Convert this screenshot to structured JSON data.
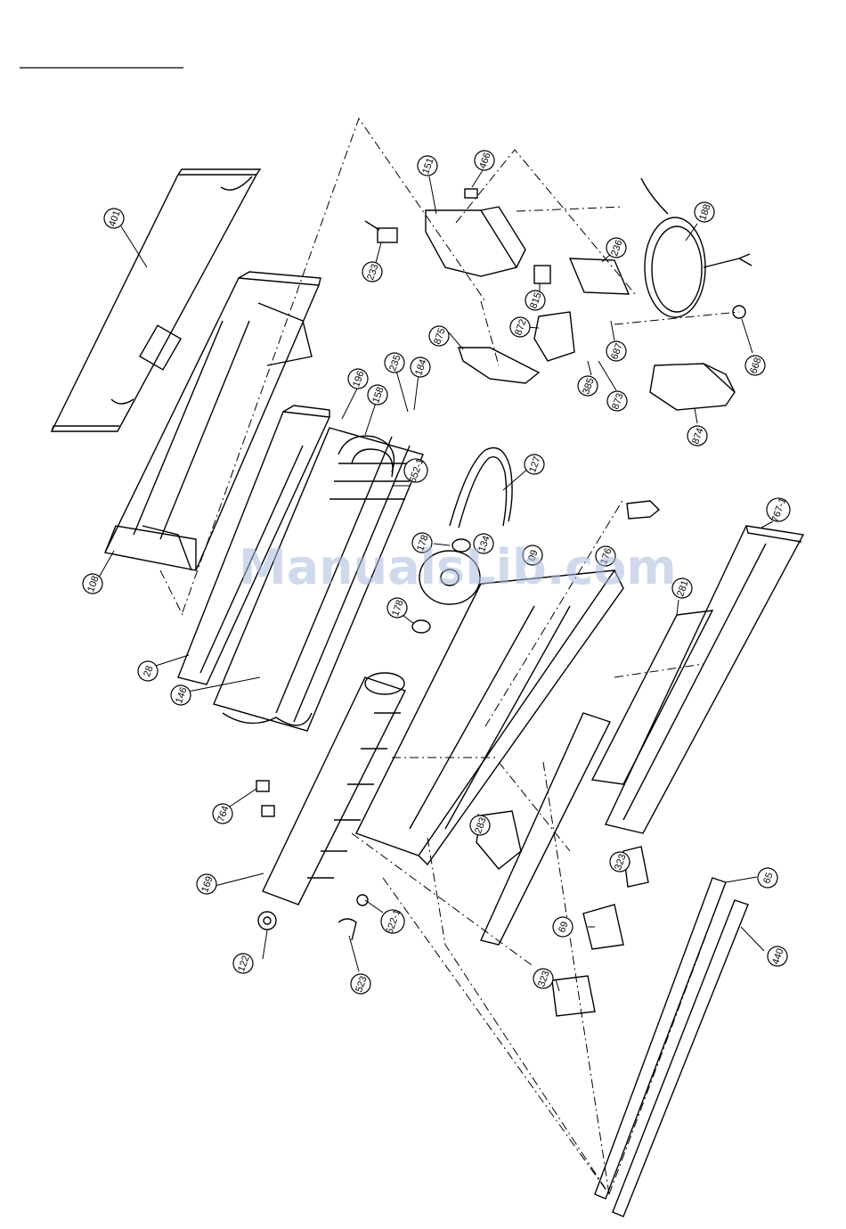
{
  "watermark": "ManualsLib.com",
  "parts": [
    {
      "id": "p401",
      "label": "401"
    },
    {
      "id": "p108",
      "label": "108"
    },
    {
      "id": "p28",
      "label": "28"
    },
    {
      "id": "p146",
      "label": "146"
    },
    {
      "id": "p196",
      "label": "196"
    },
    {
      "id": "p158",
      "label": "158"
    },
    {
      "id": "p235",
      "label": "235"
    },
    {
      "id": "p184",
      "label": "184"
    },
    {
      "id": "p652",
      "label": "652-1"
    },
    {
      "id": "p151",
      "label": "151"
    },
    {
      "id": "p466",
      "label": "466"
    },
    {
      "id": "p233",
      "label": "233"
    },
    {
      "id": "p188",
      "label": "188"
    },
    {
      "id": "p236",
      "label": "236"
    },
    {
      "id": "p815",
      "label": "815"
    },
    {
      "id": "p872",
      "label": "872"
    },
    {
      "id": "p875",
      "label": "875"
    },
    {
      "id": "p687",
      "label": "687"
    },
    {
      "id": "p668",
      "label": "668"
    },
    {
      "id": "p385",
      "label": "385"
    },
    {
      "id": "p873",
      "label": "873"
    },
    {
      "id": "p874",
      "label": "874"
    },
    {
      "id": "p127",
      "label": "127"
    },
    {
      "id": "p178a",
      "label": "178"
    },
    {
      "id": "p134",
      "label": "134"
    },
    {
      "id": "p09",
      "label": "09"
    },
    {
      "id": "p176",
      "label": "176"
    },
    {
      "id": "p178b",
      "label": "178"
    },
    {
      "id": "p767",
      "label": "767-1"
    },
    {
      "id": "p281",
      "label": "281"
    },
    {
      "id": "p764",
      "label": "764"
    },
    {
      "id": "p283",
      "label": "283"
    },
    {
      "id": "p169",
      "label": "169"
    },
    {
      "id": "p323a",
      "label": "323"
    },
    {
      "id": "p65",
      "label": "65"
    },
    {
      "id": "p522",
      "label": "522-1"
    },
    {
      "id": "p122",
      "label": "122"
    },
    {
      "id": "p69",
      "label": "69"
    },
    {
      "id": "p440",
      "label": "440"
    },
    {
      "id": "p523",
      "label": "523"
    },
    {
      "id": "p323b",
      "label": "323"
    }
  ]
}
